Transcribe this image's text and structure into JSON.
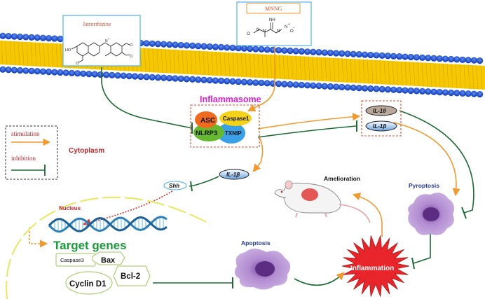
{
  "membrane": {
    "region_label": "Cytoplasm"
  },
  "drugs": {
    "jatrorrhizine": {
      "name": "Jatrorrhizine"
    },
    "mnng": {
      "name": "MNNG"
    }
  },
  "inflammasome": {
    "title": "Inflammasome",
    "components": [
      "ASC",
      "Caspase1",
      "NLRP3",
      "TXNIP"
    ]
  },
  "cytokines": {
    "il18": "IL-1θ",
    "il1b": "IL-1β"
  },
  "legend": {
    "stimulation": "stimulation",
    "inhibition": "inhibition"
  },
  "nucleus": {
    "label": "Nucleus",
    "target_genes_title": "Target genes",
    "genes": [
      "Caspase3",
      "Bax",
      "Cyclin D1",
      "Bcl-2"
    ]
  },
  "pathway": {
    "shh": "Shh",
    "il1b": "IL-1β"
  },
  "outcomes": {
    "amelioration": "Amelioration",
    "pyroptosis": "Pyroptosis",
    "apoptosis": "Apoptosis",
    "inflammation": "Inflammation"
  },
  "colors": {
    "stimulation": "#f29a2e",
    "inhibition": "#1e6b35",
    "membrane_blue": "#1f4fd6",
    "membrane_yellow": "#f5c800",
    "title_magenta": "#e020d8",
    "label_red": "#c0272d",
    "target_green": "#1a9a3a",
    "cell_purple": "#a87fc7",
    "burst_red": "#e8252a"
  }
}
